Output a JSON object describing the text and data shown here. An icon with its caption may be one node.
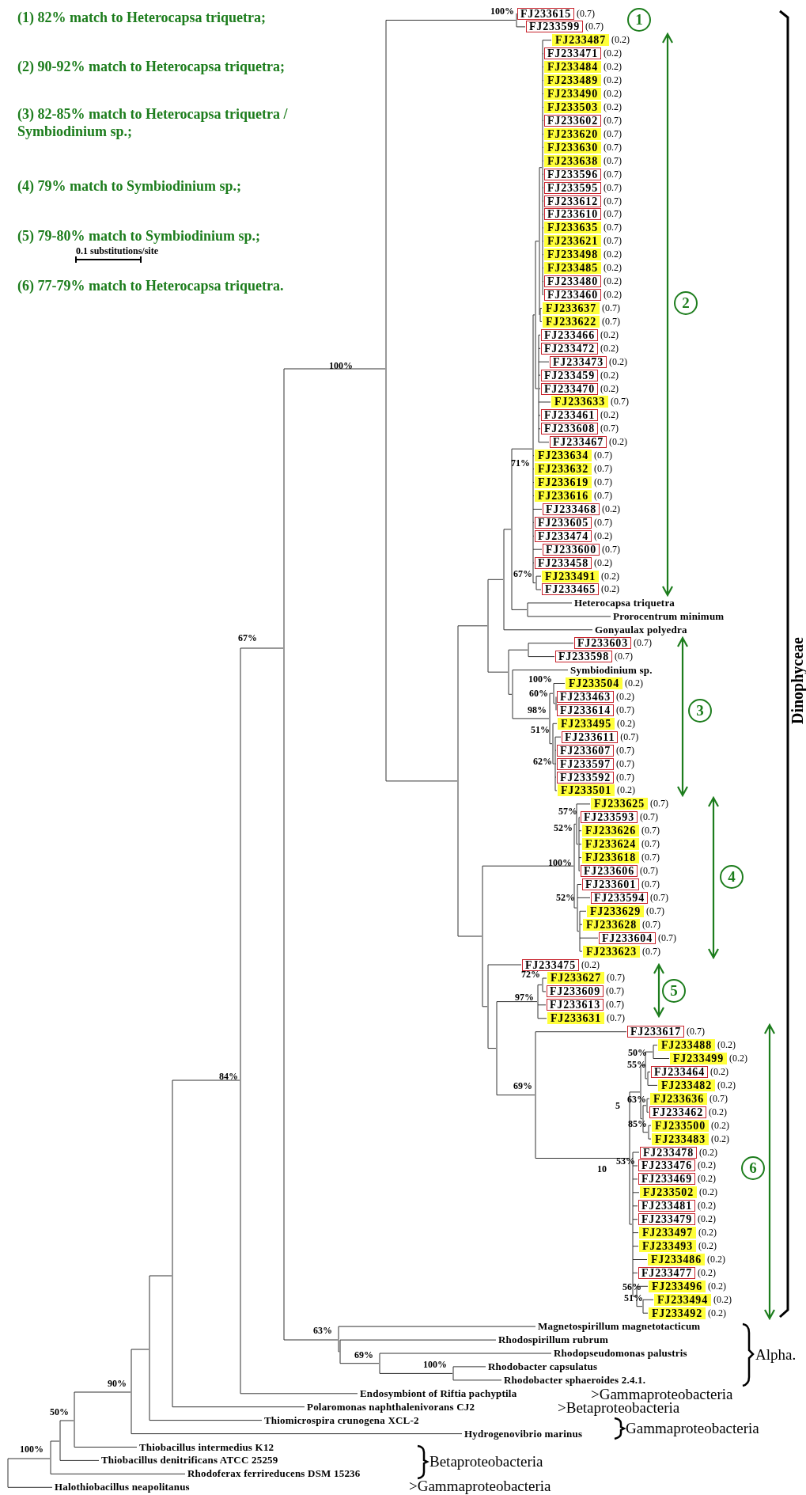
{
  "diagram": {
    "nodes": [
      {
        "text": [
          "FJ233615"
        ],
        "beside": [
          "(0.7)"
        ]
      },
      {
        "text": [
          "FJ233599"
        ],
        "beside": [
          "(0.7)"
        ]
      },
      {
        "text": [
          "FJ233487"
        ],
        "beside": [
          "(0.2)"
        ]
      },
      {
        "text": [
          "FJ233471"
        ],
        "beside": [
          "(0.2)"
        ]
      },
      {
        "text": [
          "FJ233484"
        ],
        "beside": [
          "(0.2)"
        ]
      },
      {
        "text": [
          "FJ233489"
        ],
        "beside": [
          "(0.2)"
        ]
      },
      {
        "text": [
          "FJ233490"
        ],
        "beside": [
          "(0.2)"
        ]
      },
      {
        "text": [
          "FJ233503"
        ],
        "beside": [
          "(0.2)"
        ]
      },
      {
        "text": [
          "FJ233602"
        ],
        "beside": [
          "(0.7)"
        ]
      },
      {
        "text": [
          "FJ233620"
        ],
        "beside": [
          "(0.7)"
        ]
      },
      {
        "text": [
          "FJ233630"
        ],
        "beside": [
          "(0.7)"
        ]
      },
      {
        "text": [
          "FJ233638"
        ],
        "beside": [
          "(0.7)"
        ]
      },
      {
        "text": [
          "FJ233596"
        ],
        "beside": [
          "(0.7)"
        ]
      },
      {
        "text": [
          "FJ233595"
        ],
        "beside": [
          "(0.7)"
        ]
      },
      {
        "text": [
          "FJ233612"
        ],
        "beside": [
          "(0.7)"
        ]
      },
      {
        "text": [
          "FJ233610"
        ],
        "beside": [
          "(0.7)"
        ]
      },
      {
        "text": [
          "FJ233635"
        ],
        "beside": [
          "(0.7)"
        ]
      },
      {
        "text": [
          "FJ233621"
        ],
        "beside": [
          "(0.7)"
        ]
      },
      {
        "text": [
          "FJ233498"
        ],
        "beside": [
          "(0.2)"
        ]
      },
      {
        "text": [
          "FJ233485"
        ],
        "beside": [
          "(0.2)"
        ]
      },
      {
        "text": [
          "FJ233480"
        ],
        "beside": [
          "(0.2)"
        ]
      },
      {
        "text": [
          "FJ233460"
        ],
        "beside": [
          "(0.2)"
        ]
      },
      {
        "text": [
          "FJ233637"
        ],
        "beside": [
          "(0.7)"
        ]
      },
      {
        "text": [
          "FJ233622"
        ],
        "beside": [
          "(0.7)"
        ]
      },
      {
        "text": [
          "FJ233466"
        ],
        "beside": [
          "(0.2)"
        ]
      },
      {
        "text": [
          "FJ233472"
        ],
        "beside": [
          "(0.2)"
        ]
      },
      {
        "text": [
          "FJ233473"
        ],
        "beside": [
          "(0.2)"
        ]
      },
      {
        "text": [
          "FJ233459"
        ],
        "beside": [
          "(0.2)"
        ]
      },
      {
        "text": [
          "FJ233470"
        ],
        "beside": [
          "(0.2)"
        ]
      },
      {
        "text": [
          "FJ233633"
        ],
        "beside": [
          "(0.7)"
        ]
      },
      {
        "text": [
          "FJ233461"
        ],
        "beside": [
          "(0.2)"
        ]
      },
      {
        "text": [
          "FJ233608"
        ],
        "beside": [
          "(0.7)"
        ]
      },
      {
        "text": [
          "FJ233467"
        ],
        "beside": [
          "(0.2)"
        ]
      },
      {
        "text": [
          "FJ233634"
        ],
        "beside": [
          "(0.7)"
        ]
      },
      {
        "text": [
          "FJ233632"
        ],
        "beside": [
          "(0.7)"
        ]
      },
      {
        "text": [
          "FJ233619"
        ],
        "beside": [
          "(0.7)"
        ]
      },
      {
        "text": [
          "FJ233616"
        ],
        "beside": [
          "(0.7)"
        ]
      },
      {
        "text": [
          "FJ233468"
        ],
        "beside": [
          "(0.2)"
        ]
      },
      {
        "text": [
          "FJ233605"
        ],
        "beside": [
          "(0.7)"
        ]
      },
      {
        "text": [
          "FJ233474"
        ],
        "beside": [
          "(0.2)"
        ]
      },
      {
        "text": [
          "FJ233600"
        ],
        "beside": [
          "(0.7)"
        ]
      },
      {
        "text": [
          "FJ233458"
        ],
        "beside": [
          "(0.2)"
        ]
      },
      {
        "text": [
          "FJ233491"
        ],
        "beside": [
          "(0.2)"
        ]
      },
      {
        "text": [
          "FJ233465"
        ],
        "beside": [
          "(0.2)"
        ]
      },
      {
        "text": [
          "FJ233603"
        ],
        "beside": [
          "(0.7)"
        ]
      },
      {
        "text": [
          "FJ233598"
        ],
        "beside": [
          "(0.7)"
        ]
      },
      {
        "text": [
          "FJ233504"
        ],
        "beside": [
          "(0.2)"
        ]
      },
      {
        "text": [
          "FJ233463"
        ],
        "beside": [
          "(0.2)"
        ]
      },
      {
        "text": [
          "FJ233614"
        ],
        "beside": [
          "(0.7)"
        ]
      },
      {
        "text": [
          "FJ233495"
        ],
        "beside": [
          "(0.2)"
        ]
      },
      {
        "text": [
          "FJ233611"
        ],
        "beside": [
          "(0.7)"
        ]
      },
      {
        "text": [
          "FJ233607"
        ],
        "beside": [
          "(0.7)"
        ]
      },
      {
        "text": [
          "FJ233597"
        ],
        "beside": [
          "(0.7)"
        ]
      },
      {
        "text": [
          "FJ233592"
        ],
        "beside": [
          "(0.7)"
        ]
      },
      {
        "text": [
          "FJ233501"
        ],
        "beside": [
          "(0.2)"
        ]
      },
      {
        "text": [
          "FJ233625"
        ],
        "beside": [
          "(0.7)"
        ]
      },
      {
        "text": [
          "FJ233593"
        ],
        "beside": [
          "(0.7)"
        ]
      },
      {
        "text": [
          "FJ233626"
        ],
        "beside": [
          "(0.7)"
        ]
      },
      {
        "text": [
          "FJ233624"
        ],
        "beside": [
          "(0.7)"
        ]
      },
      {
        "text": [
          "FJ233618"
        ],
        "beside": [
          "(0.7)"
        ]
      },
      {
        "text": [
          "FJ233606"
        ],
        "beside": [
          "(0.7)"
        ]
      },
      {
        "text": [
          "FJ233601"
        ],
        "beside": [
          "(0.7)"
        ]
      },
      {
        "text": [
          "FJ233594"
        ],
        "beside": [
          "(0.7)"
        ]
      },
      {
        "text": [
          "FJ233629"
        ],
        "beside": [
          "(0.7)"
        ]
      },
      {
        "text": [
          "FJ233628"
        ],
        "beside": [
          "(0.7)"
        ]
      },
      {
        "text": [
          "FJ233604"
        ],
        "beside": [
          "(0.7)"
        ]
      },
      {
        "text": [
          "FJ233623"
        ],
        "beside": [
          "(0.7)"
        ]
      },
      {
        "text": [
          "FJ233475"
        ],
        "beside": [
          "(0.2)"
        ]
      },
      {
        "text": [
          "FJ233627"
        ],
        "beside": [
          "(0.7)"
        ]
      },
      {
        "text": [
          "FJ233609"
        ],
        "beside": [
          "(0.7)"
        ]
      },
      {
        "text": [
          "FJ233613"
        ],
        "beside": [
          "(0.7)"
        ]
      },
      {
        "text": [
          "FJ233631"
        ],
        "beside": [
          "(0.7)"
        ]
      },
      {
        "text": [
          "FJ233617"
        ],
        "beside": [
          "(0.7)"
        ]
      },
      {
        "text": [
          "FJ233488"
        ],
        "beside": [
          "(0.2)"
        ]
      },
      {
        "text": [
          "FJ233499"
        ],
        "beside": [
          "(0.2)"
        ]
      },
      {
        "text": [
          "FJ233464"
        ],
        "beside": [
          "(0.2)"
        ]
      },
      {
        "text": [
          "FJ233482"
        ],
        "beside": [
          "(0.2)"
        ]
      },
      {
        "text": [
          "FJ233636"
        ],
        "beside": [
          "(0.7)"
        ]
      },
      {
        "text": [
          "FJ233462"
        ],
        "beside": [
          "(0.2)"
        ]
      },
      {
        "text": [
          "FJ233500"
        ],
        "beside": [
          "(0.2)"
        ]
      },
      {
        "text": [
          "FJ233483"
        ],
        "beside": [
          "(0.2)"
        ]
      },
      {
        "text": [
          "FJ233478"
        ],
        "beside": [
          "(0.2)"
        ]
      },
      {
        "text": [
          "FJ233476"
        ],
        "beside": [
          "(0.2)"
        ]
      },
      {
        "text": [
          "FJ233469"
        ],
        "beside": [
          "(0.2)"
        ]
      },
      {
        "text": [
          "FJ233502"
        ],
        "beside": [
          "(0.2)"
        ]
      },
      {
        "text": [
          "FJ233481"
        ],
        "beside": [
          "(0.2)"
        ]
      },
      {
        "text": [
          "FJ233479"
        ],
        "beside": [
          "(0.2)"
        ]
      },
      {
        "text": [
          "FJ233497"
        ],
        "beside": [
          "(0.2)"
        ]
      },
      {
        "text": [
          "FJ233493"
        ],
        "beside": [
          "(0.2)"
        ]
      },
      {
        "text": [
          "FJ233486"
        ],
        "beside": [
          "(0.2)"
        ]
      },
      {
        "text": [
          "FJ233477"
        ],
        "beside": [
          "(0.2)"
        ]
      },
      {
        "text": [
          "FJ233496"
        ],
        "beside": [
          "(0.2)"
        ]
      },
      {
        "text": [
          "FJ233494"
        ],
        "beside": [
          "(0.2)"
        ]
      },
      {
        "text": [
          "FJ233492"
        ],
        "beside": [
          "(0.2)"
        ]
      },
      {
        "text": [
          "1"
        ]
      },
      {
        "text": [
          "2"
        ]
      },
      {
        "text": [
          "3"
        ]
      },
      {
        "text": [
          "4"
        ]
      },
      {
        "text": [
          "5"
        ]
      },
      {
        "text": [
          "6"
        ]
      }
    ],
    "labels": [
      "(1) 82% match to Heterocapsa triquetra;",
      "(2) 90-92% match to Heterocapsa triquetra;",
      "(3) 82-85% match to Heterocapsa triquetra / Symbiodinium sp.;",
      "(4) 79% match to Symbiodinium sp.;",
      "(5) 79-80% match to Symbiodinium sp.;",
      "(6) 77-79% match to Heterocapsa triquetra.",
      "0.1 substitutions/site",
      "100%",
      "100%",
      "71%",
      "67%",
      "67%",
      "100%",
      "60%",
      "98%",
      "51%",
      "62%",
      "57%",
      "52%",
      "100%",
      "52%",
      "72%",
      "97%",
      "50%",
      "55%",
      "84%",
      "69%",
      "5",
      "63%",
      "85%",
      "10",
      "53%",
      "56%",
      "51%",
      "63%",
      "69%",
      "100%",
      "90%",
      "50%",
      "100%",
      "Heterocapsa triquetra",
      "Prorocentrum minimum",
      "Gonyaulax polyedra",
      "Symbiodinium sp.",
      "Magnetospirillum magnetotacticum",
      "Rhodospirillum rubrum",
      "Rhodopseudomonas palustris",
      "Rhodobacter capsulatus",
      "Rhodobacter sphaeroides 2.4.1.",
      "Endosymbiont of Riftia pachyptila",
      "Polaromonas naphthalenivorans CJ2",
      "Thiomicrospira crunogena XCL-2",
      "Hydrogenovibrio marinus",
      "Thiobacillus intermedius K12",
      "Thiobacillus denitrificans ATCC 25259",
      "Rhodoferax ferrireducens DSM 15236",
      "Halothiobacillus neapolitanus",
      "Dinophyceae",
      "Alpha.",
      ">Gammaproteobacteria",
      ">Betaproteobacteria",
      "Gammaproteobacteria",
      "Betaproteobacteria",
      ">Gammaproteobacteria"
    ]
  }
}
